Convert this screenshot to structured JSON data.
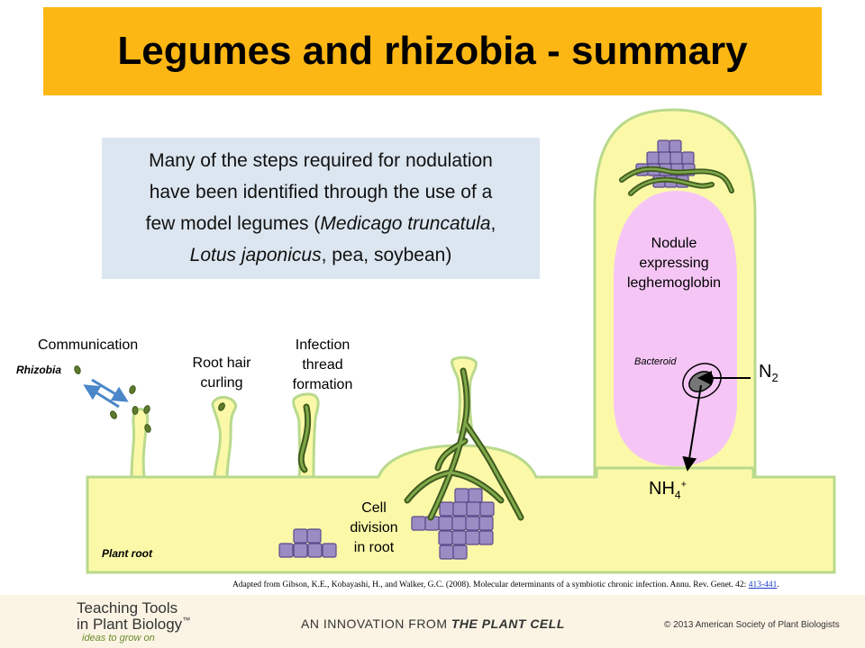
{
  "title": "Legumes and rhizobia - summary",
  "info_box": {
    "line1": "Many of the steps required for nodulation",
    "line2": "have been identified through the use of a",
    "line3_pre": "few model legumes (",
    "line3_italic": "Medicago truncatula",
    "line3_post": ",",
    "line4_italic": "Lotus japonicus",
    "line4_post": ", pea, soybean)"
  },
  "labels": {
    "communication": "Communication",
    "rhizobia": "Rhizobia",
    "root_hair_curling_1": "Root hair",
    "root_hair_curling_2": "curling",
    "infection_1": "Infection",
    "infection_2": "thread",
    "infection_3": "formation",
    "cell_division_1": "Cell",
    "cell_division_2": "division",
    "cell_division_3": "in root",
    "plant_root": "Plant root",
    "nodule_1": "Nodule",
    "nodule_2": "expressing",
    "nodule_3": "leghemoglobin",
    "bacteroid": "Bacteroid",
    "n2_base": "N",
    "n2_sub": "2",
    "nh4_base": "NH",
    "nh4_sub": "4",
    "nh4_sup": "+"
  },
  "citation": {
    "text": "Adapted from Gibson, K.E., Kobayashi, H., and Walker, G.C. (2008). Molecular determinants of a symbiotic chronic infection. Annu. Rev. Genet. 42: ",
    "link": "413-441",
    "end": "."
  },
  "footer": {
    "brand_line1": "Teaching Tools",
    "brand_line2": "in Plant Biology",
    "brand_tm": "™",
    "tagline": "ideas to grow on",
    "innovation_pre": "AN INNOVATION FROM ",
    "innovation_bold": "THE PLANT CELL",
    "copyright": "© 2013 American Society of Plant Biologists"
  },
  "colors": {
    "title_bg": "#fdb714",
    "info_bg": "#dce6f0",
    "root_fill": "#fbf9a8",
    "root_stroke": "#b9d98c",
    "nodule_pink": "#f5c6f5",
    "thread_green": "#4f6b2a",
    "cell_purple": "#9b8cc4",
    "arrow_blue": "#4a86c8",
    "footer_bg": "#fbf4e4"
  }
}
